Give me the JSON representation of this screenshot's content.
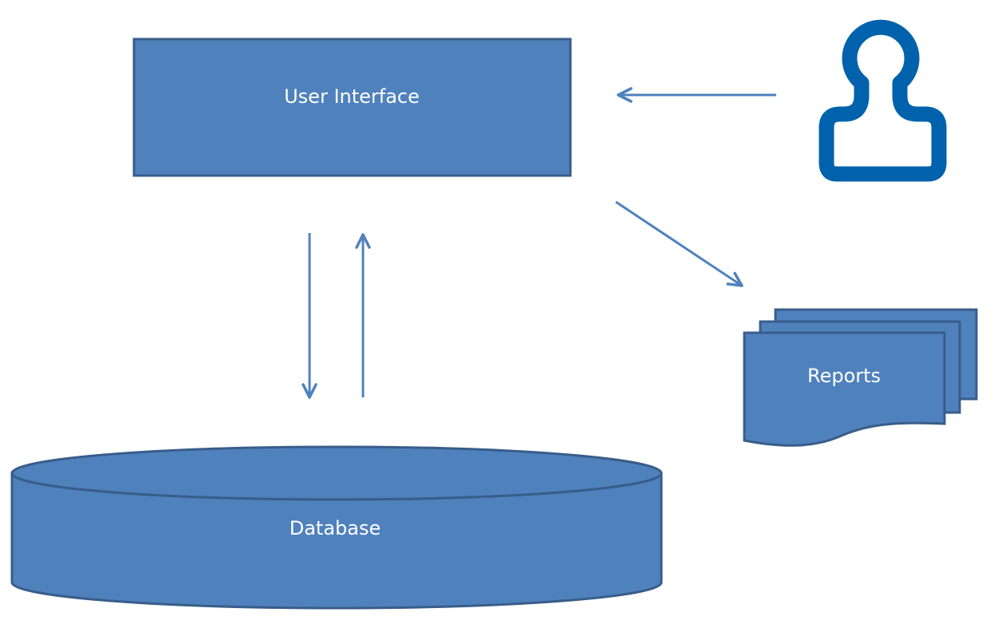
{
  "nodes": {
    "user_interface": {
      "label": "User Interface"
    },
    "database": {
      "label": "Database"
    },
    "reports": {
      "label": "Reports"
    },
    "user": {
      "icon": "user-icon"
    }
  },
  "connections": [
    {
      "from": "user",
      "to": "user_interface"
    },
    {
      "from": "user_interface",
      "to": "database"
    },
    {
      "from": "database",
      "to": "user_interface"
    },
    {
      "from": "user_interface",
      "to": "reports"
    }
  ],
  "colors": {
    "shape_fill": "#4f81bd",
    "shape_border": "#385d8a",
    "arrow": "#4f81bd",
    "icon": "#0062ac",
    "label_text": "#ffffff"
  }
}
